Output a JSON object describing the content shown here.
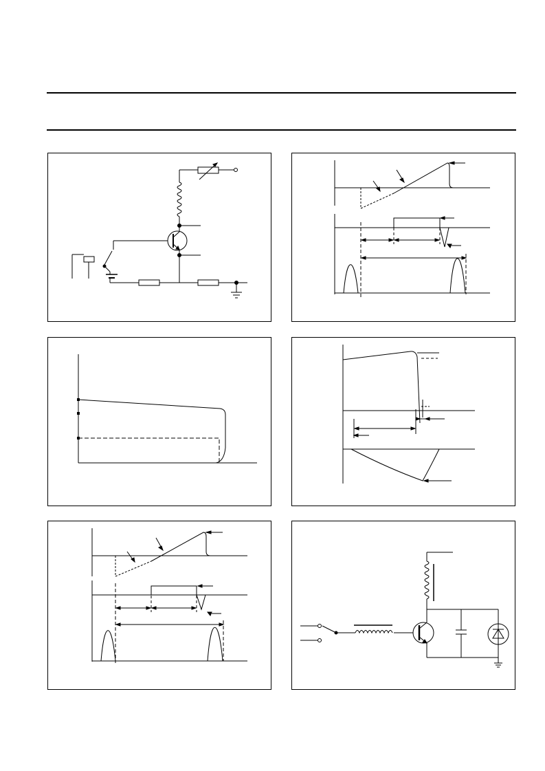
{
  "page": {
    "figures": [
      {
        "id": "fig1",
        "kind": "test-circuit"
      },
      {
        "id": "fig2",
        "kind": "switching-waveforms"
      },
      {
        "id": "fig3",
        "kind": "safe-operating-area-curve"
      },
      {
        "id": "fig4",
        "kind": "turn-off-waveforms"
      },
      {
        "id": "fig5",
        "kind": "switching-waveforms"
      },
      {
        "id": "fig6",
        "kind": "test-circuit"
      }
    ]
  }
}
